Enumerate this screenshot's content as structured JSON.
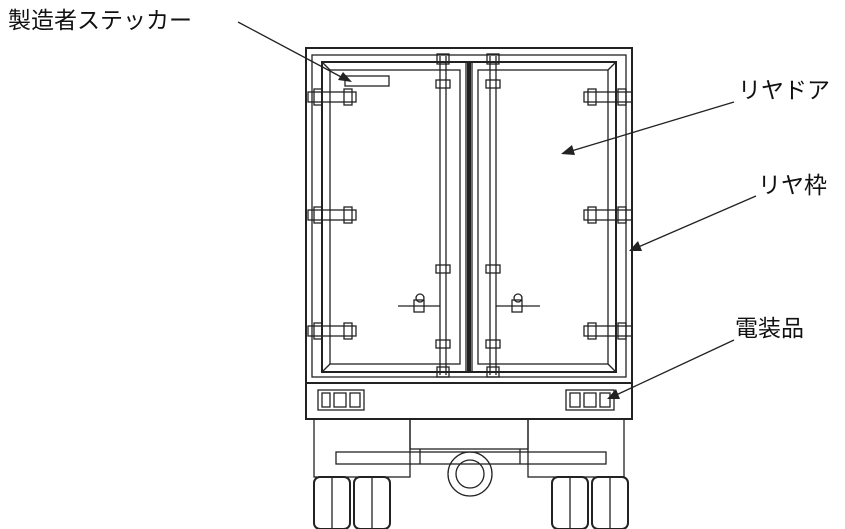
{
  "labels": {
    "manufacturer_sticker": "製造者ステッカー",
    "rear_door": "リヤドア",
    "rear_frame": "リヤ枠",
    "electrical": "電装品"
  }
}
